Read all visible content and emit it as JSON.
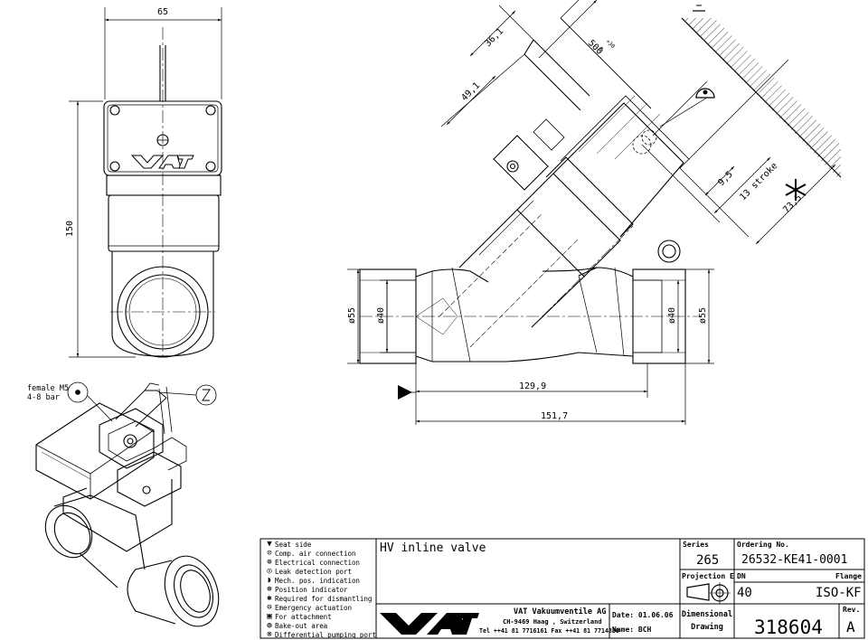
{
  "dimensions": {
    "width_65": "65",
    "height_150": "150",
    "d361": "36,1",
    "d491": "49,1",
    "d500": "500",
    "d500_tol": "+30",
    "d500_tol0": "0",
    "d95": "9,5",
    "stroke13": "13 stroke",
    "d735": "73,5",
    "dia55_left": "ø55",
    "dia40_left": "ø40",
    "dia40_right": "ø40",
    "dia55_right": "ø55",
    "d1299": "129,9",
    "d1517": "151,7"
  },
  "iso_labels": {
    "female": "female M5",
    "pressure": "4-8 bar"
  },
  "legend": [
    {
      "icon": "seat-side-icon",
      "symbol": "▼",
      "text": "Seat side"
    },
    {
      "icon": "comp-air-icon",
      "symbol": "⊙",
      "text": "Comp. air connection"
    },
    {
      "icon": "electrical-icon",
      "symbol": "⊕",
      "text": "Electrical connection"
    },
    {
      "icon": "leak-detection-icon",
      "symbol": "◎",
      "text": "Leak detection port"
    },
    {
      "icon": "mech-pos-icon",
      "symbol": "◗",
      "text": "Mech. pos. indication"
    },
    {
      "icon": "position-indicator-icon",
      "symbol": "⊛",
      "text": "Position indicator"
    },
    {
      "icon": "dismantling-icon",
      "symbol": "✱",
      "text": "Required for dismantling"
    },
    {
      "icon": "emergency-icon",
      "symbol": "⊖",
      "text": "Emergency actuation"
    },
    {
      "icon": "attachment-icon",
      "symbol": "▣",
      "text": "For attachment"
    },
    {
      "icon": "bake-out-icon",
      "symbol": "◍",
      "text": "Bake-out area"
    },
    {
      "icon": "diff-pumping-icon",
      "symbol": "⊗",
      "text": "Differential pumping port"
    }
  ],
  "title_block": {
    "description": "HV inline valve",
    "series_label": "Series",
    "series_value": "265",
    "ordering_label": "Ordering No.",
    "ordering_value": "26532-KE41-0001",
    "projection_label": "Projection E",
    "dn_label": "DN",
    "flange_label": "Flange",
    "dn_value": "40",
    "flange_value": "ISO-KF",
    "company_name": "VAT Vakuumventile AG",
    "company_address": "CH-9469 Haag , Switzerland",
    "company_contact": "Tel ++41 81 7716161 Fax ++41 81 7714830",
    "date": "Date: 01.06.06",
    "name": "Name: BCH",
    "dimensional_label": "Dimensional\nDrawing",
    "drawing_number": "318604",
    "rev_label": "Rev.",
    "rev_value": "A"
  }
}
